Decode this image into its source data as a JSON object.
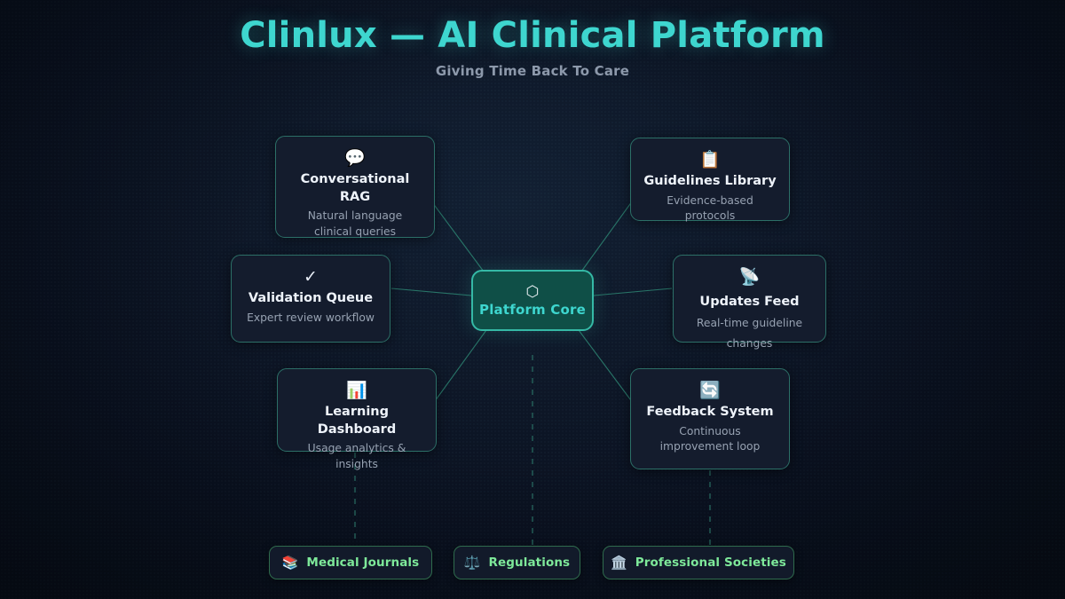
{
  "header": {
    "title": "Clinlux — AI Clinical Platform",
    "subtitle": "Giving Time Back To Care"
  },
  "core": {
    "icon": "⬡",
    "icon_name": "hexagon-icon",
    "label": "Platform Core"
  },
  "nodes": [
    {
      "id": "conversational-rag",
      "icon": "💬",
      "icon_name": "speech-balloon-icon",
      "title": "Conversational RAG",
      "desc": "Natural language clinical queries"
    },
    {
      "id": "validation-queue",
      "icon": "✓",
      "icon_name": "checkmark-icon",
      "title": "Validation Queue",
      "desc": "Expert review workflow"
    },
    {
      "id": "learning-dashboard",
      "icon": "📊",
      "icon_name": "bar-chart-icon",
      "title": "Learning Dashboard",
      "desc": "Usage analytics & insights"
    },
    {
      "id": "guidelines-library",
      "icon": "📋",
      "icon_name": "clipboard-icon",
      "title": "Guidelines Library",
      "desc": "Evidence-based protocols"
    },
    {
      "id": "updates-feed",
      "icon": "📡",
      "icon_name": "satellite-antenna-icon",
      "title": "Updates Feed",
      "desc": " Real-time guideline changes"
    },
    {
      "id": "feedback-system",
      "icon": "🔄",
      "icon_name": "loop-arrows-icon",
      "title": "Feedback System",
      "desc": "Continuous improvement loop"
    }
  ],
  "sources": [
    {
      "id": "medical-journals",
      "icon": "📚",
      "icon_name": "books-icon",
      "label": "Medical Journals"
    },
    {
      "id": "regulations",
      "icon": "⚖️",
      "icon_name": "balance-scale-icon",
      "label": "Regulations"
    },
    {
      "id": "professional-societies",
      "icon": "🏛️",
      "icon_name": "classical-building-icon",
      "label": "Professional Societies"
    }
  ],
  "colors": {
    "background": "#080e18",
    "accent_teal": "#3ed6cf",
    "core_fill": "#0f4f47",
    "core_border": "#35b9a6",
    "card_fill": "#141c2d",
    "card_border": "#2c6f67",
    "edge": "#2a7a6c",
    "pill_text": "#7ee99a",
    "pill_border": "#2f6b4d",
    "subtitle_text": "#8d99ab",
    "node_desc_text": "#97a2b2"
  }
}
